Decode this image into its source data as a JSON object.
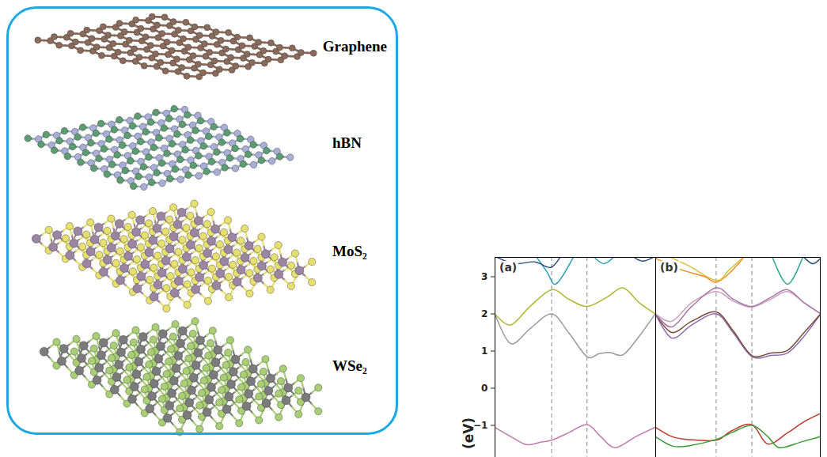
{
  "diagram": {
    "nodes": [
      {
        "text": [
          "Graphene",
          "hBN",
          "MoS₂",
          "WSe₂"
        ]
      },
      {
        "text": [
          "(a)"
        ]
      },
      {
        "text": [
          "(b)"
        ]
      }
    ],
    "labels": [
      "3",
      "2",
      "1",
      "0",
      "−1",
      "(eV)"
    ]
  }
}
